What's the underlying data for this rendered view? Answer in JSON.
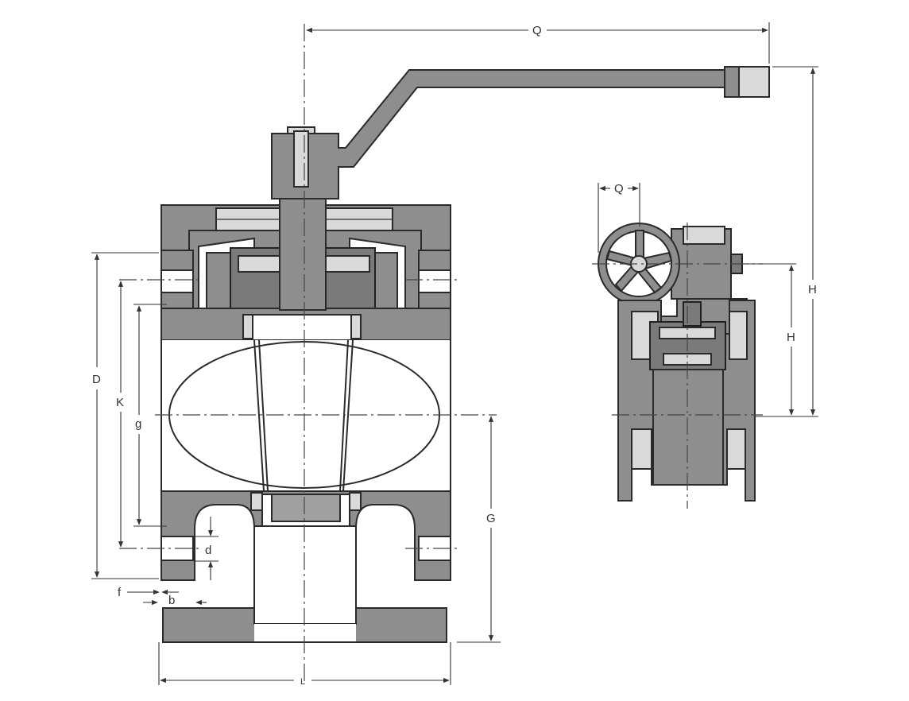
{
  "labels": {
    "handle_length": "Q",
    "gear_offset": "Q",
    "handle_height": "H",
    "gear_height": "H",
    "flange_diameter": "D",
    "bolt_circle": "K",
    "raised_face": "g",
    "height_to_bottom": "G",
    "bolt_hole": "d",
    "face_thickness": "f",
    "flange_thickness": "b",
    "length": "L"
  }
}
